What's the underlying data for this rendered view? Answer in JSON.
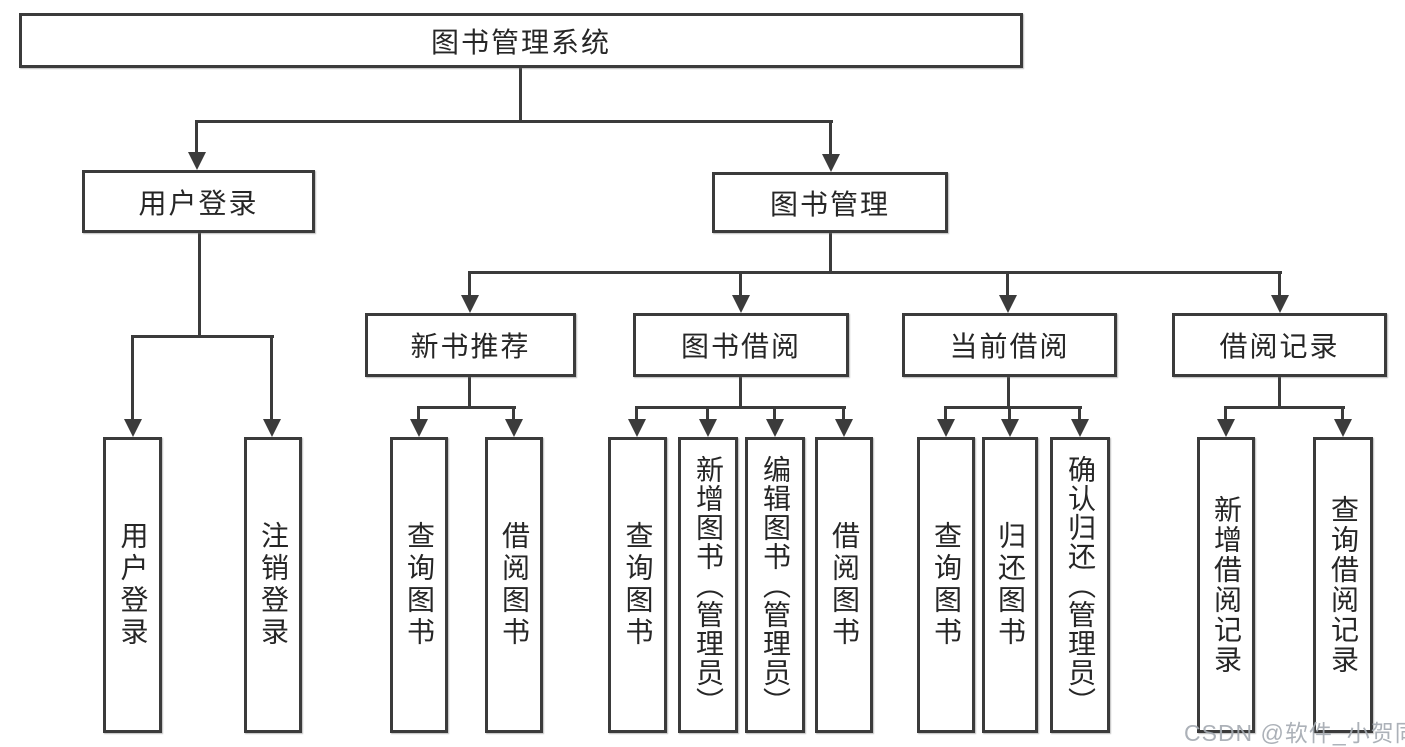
{
  "diagram": {
    "title": "图书管理系统",
    "type": "function-structure-tree",
    "watermark": "CSDN @软件_小贺同学",
    "tree": {
      "label": "图书管理系统",
      "children": [
        {
          "label": "用户登录",
          "children": [
            {
              "label": "用户登录"
            },
            {
              "label": "注销登录"
            }
          ]
        },
        {
          "label": "图书管理",
          "children": [
            {
              "label": "新书推荐",
              "children": [
                {
                  "label": "查询图书"
                },
                {
                  "label": "借阅图书"
                }
              ]
            },
            {
              "label": "图书借阅",
              "children": [
                {
                  "label": "查询图书"
                },
                {
                  "label": "新增图书（管理员）"
                },
                {
                  "label": "编辑图书（管理员）"
                },
                {
                  "label": "借阅图书"
                }
              ]
            },
            {
              "label": "当前借阅",
              "children": [
                {
                  "label": "查询图书"
                },
                {
                  "label": "归还图书"
                },
                {
                  "label": "确认归还（管理员）"
                }
              ]
            },
            {
              "label": "借阅记录",
              "children": [
                {
                  "label": "新增借阅记录"
                },
                {
                  "label": "查询借阅记录"
                }
              ]
            }
          ]
        }
      ]
    }
  },
  "nodes": {
    "root": "图书管理系统",
    "user_login": "用户登录",
    "book_mgmt": "图书管理",
    "new_book_rec": "新书推荐",
    "book_borrow": "图书借阅",
    "current_borrow": "当前借阅",
    "borrow_records": "借阅记录",
    "leaf_user_login": "用户登录",
    "leaf_logout": "注销登录",
    "leaf_nbr_query": "查询图书",
    "leaf_nbr_borrow": "借阅图书",
    "leaf_bb_query": "查询图书",
    "leaf_bb_add": "新增图书（管理员）",
    "leaf_bb_edit": "编辑图书（管理员）",
    "leaf_bb_borrow": "借阅图书",
    "leaf_cb_query": "查询图书",
    "leaf_cb_return": "归还图书",
    "leaf_cb_confirm": "确认归还（管理员）",
    "leaf_br_add": "新增借阅记录",
    "leaf_br_query": "查询借阅记录"
  },
  "watermark": "CSDN @软件_小贺同学",
  "colors": {
    "background": "#ffffff",
    "line": "#3b3b3b",
    "text": "#262626",
    "watermark": "#a5abb2"
  }
}
